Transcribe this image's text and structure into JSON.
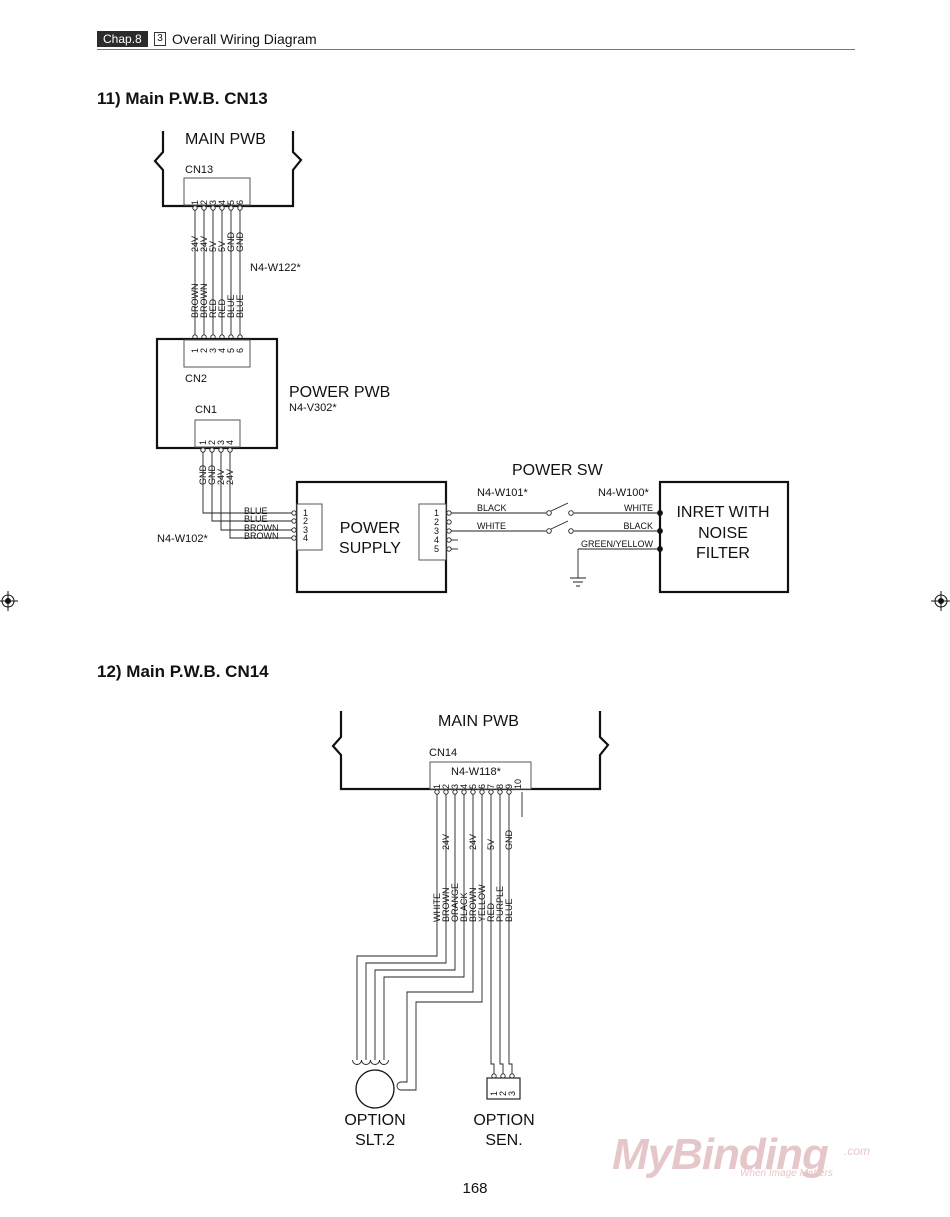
{
  "header": {
    "chapter": "Chap.8",
    "section_number": "3",
    "section_title": "Overall Wiring Diagram"
  },
  "section11": {
    "heading": "11) Main P.W.B. CN13",
    "main_pwb": "MAIN PWB",
    "cn13": "CN13",
    "cn13_pins": [
      "1",
      "2",
      "3",
      "4",
      "5",
      "6"
    ],
    "cn13_signals": [
      "24V",
      "24V",
      "5V",
      "5V",
      "GND",
      "GND"
    ],
    "cn13_colors": [
      "BROWN",
      "BROWN",
      "RED",
      "RED",
      "BLUE",
      "BLUE"
    ],
    "harness_w122": "N4-W122*",
    "cn2": "CN2",
    "cn2_pins": [
      "1",
      "2",
      "3",
      "4",
      "5",
      "6"
    ],
    "power_pwb": "POWER PWB",
    "power_pwb_part": "N4-V302*",
    "cn1": "CN1",
    "cn1_pins": [
      "1",
      "2",
      "3",
      "4"
    ],
    "cn1_signals": [
      "GND",
      "GND",
      "24V",
      "24V"
    ],
    "harness_w102": "N4-W102*",
    "w102_colors": [
      "BLUE",
      "BLUE",
      "BROWN",
      "BROWN"
    ],
    "ps_left_pins": [
      "1",
      "2",
      "3",
      "4"
    ],
    "power_supply_line1": "POWER",
    "power_supply_line2": "SUPPLY",
    "ps_right_pins": [
      "1",
      "2",
      "3",
      "4",
      "5"
    ],
    "power_sw": "POWER SW",
    "harness_w101": "N4-W101*",
    "harness_w100": "N4-W100*",
    "w101_colors": [
      "BLACK",
      "WHITE"
    ],
    "w100_colors": [
      "WHITE",
      "BLACK",
      "GREEN/YELLOW"
    ],
    "inlet_line1": "INRET WITH",
    "inlet_line2": "NOISE",
    "inlet_line3": "FILTER"
  },
  "section12": {
    "heading": "12) Main P.W.B. CN14",
    "main_pwb": "MAIN PWB",
    "cn14": "CN14",
    "harness_w118": "N4-W118*",
    "cn14_pins": [
      "1",
      "2",
      "3",
      "4",
      "5",
      "6",
      "7",
      "8",
      "9",
      "10"
    ],
    "cn14_signals": [
      "",
      "24V",
      "",
      "",
      "24V",
      "",
      "5V",
      "",
      "GND",
      ""
    ],
    "cn14_colors": [
      "WHITE",
      "BROWN",
      "ORANGE",
      "BLACK",
      "BROWN",
      "YELLOW",
      "RED",
      "PURPLE",
      "BLUE"
    ],
    "sen_pins": [
      "1",
      "2",
      "3"
    ],
    "option_slt_line1": "OPTION",
    "option_slt_line2": "SLT.2",
    "option_sen_line1": "OPTION",
    "option_sen_line2": "SEN."
  },
  "footer": {
    "page_number": "168",
    "watermark_main": "MyBinding",
    "watermark_suffix": ".com",
    "watermark_tagline": "When Image Matters"
  }
}
